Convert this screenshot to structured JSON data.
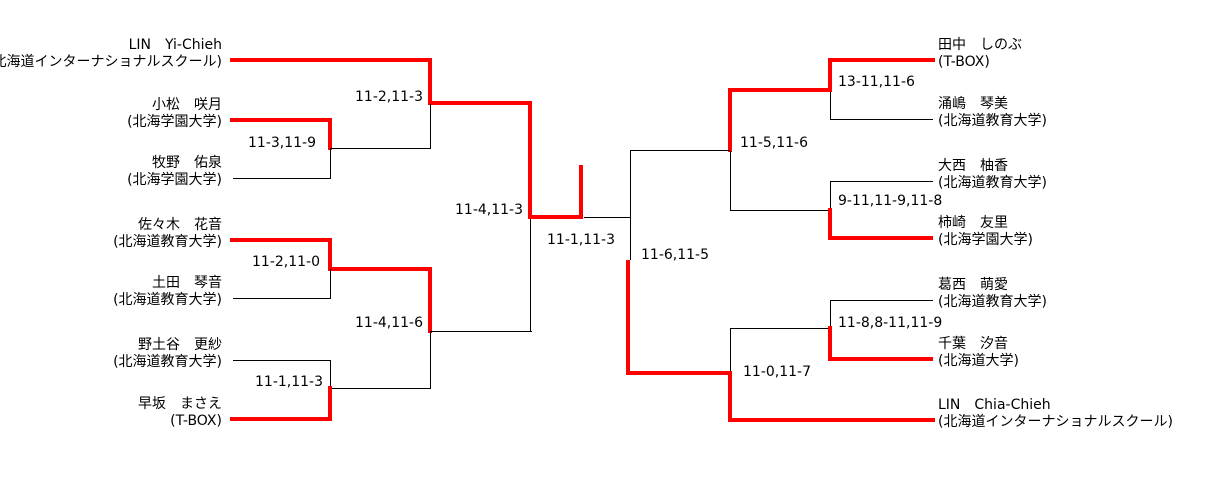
{
  "colors": {
    "background": "#ffffff",
    "line": "#000000",
    "winner_path": "#ff0000",
    "text": "#000000"
  },
  "bracket": {
    "champion": "LIN　Yi-Chieh",
    "players": [
      {
        "name": "LIN　Yi-Chieh",
        "affiliation": "(北海道インターナショナルスクール)"
      },
      {
        "name": "小松　咲月",
        "affiliation": "(北海学園大学)"
      },
      {
        "name": "牧野　佑泉",
        "affiliation": "(北海学園大学)"
      },
      {
        "name": "佐々木　花音",
        "affiliation": "(北海道教育大学)"
      },
      {
        "name": "土田　琴音",
        "affiliation": "(北海道教育大学)"
      },
      {
        "name": "野土谷　更紗",
        "affiliation": "(北海道教育大学)"
      },
      {
        "name": "早坂　まさえ",
        "affiliation": "(T-BOX)"
      },
      {
        "name": "田中　しのぶ",
        "affiliation": "(T-BOX)"
      },
      {
        "name": "涌嶋　琴美",
        "affiliation": "(北海道教育大学)"
      },
      {
        "name": "大西　柚香",
        "affiliation": "(北海道教育大学)"
      },
      {
        "name": "柿崎　友里",
        "affiliation": "(北海学園大学)"
      },
      {
        "name": "葛西　萌愛",
        "affiliation": "(北海道教育大学)"
      },
      {
        "name": "千葉　汐音",
        "affiliation": "(北海道大学)"
      },
      {
        "name": "LIN　Chia-Chieh",
        "affiliation": "(北海道インターナショナルスクール)"
      }
    ],
    "rounds": [
      {
        "matches": [
          {
            "score": "11-3,11-9",
            "winner": "小松　咲月"
          },
          {
            "score": "11-2,11-0",
            "winner": "佐々木　花音"
          },
          {
            "score": "11-1,11-3",
            "winner": "早坂　まさえ"
          },
          {
            "score": "13-11,11-6",
            "winner": "田中　しのぶ"
          },
          {
            "score": "9-11,11-9,11-8",
            "winner": "柿崎　友里"
          },
          {
            "score": "11-8,8-11,11-9",
            "winner": "千葉　汐音"
          }
        ]
      },
      {
        "matches": [
          {
            "score": "11-2,11-3",
            "winner": "LIN　Yi-Chieh"
          },
          {
            "score": "11-4,11-6",
            "winner": "佐々木　花音"
          },
          {
            "score": "11-5,11-6",
            "winner": "田中　しのぶ"
          },
          {
            "score": "11-0,11-7",
            "winner": "LIN　Chia-Chieh"
          }
        ]
      },
      {
        "matches": [
          {
            "score": "11-4,11-3",
            "winner": "LIN　Yi-Chieh"
          },
          {
            "score": "11-6,11-5",
            "winner": "LIN　Chia-Chieh"
          }
        ]
      },
      {
        "matches": [
          {
            "score": "11-1,11-3",
            "winner": "LIN　Yi-Chieh"
          }
        ]
      }
    ]
  }
}
